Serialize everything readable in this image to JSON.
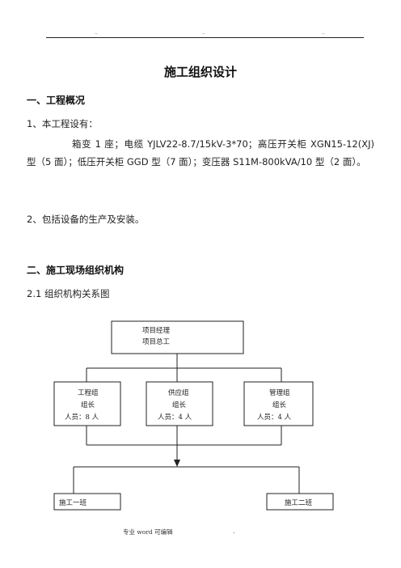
{
  "header": {
    "marks": [
      "..",
      "..",
      ".."
    ]
  },
  "title": "施工组织设计",
  "section1": {
    "heading": "一、工程概况",
    "item1": "1、本工程设有：",
    "para": "箱变 1 座；电缆 YJLV22-8.7/15kV-3*70；高压开关柜 XGN15-12(XJ)型（5 面）；低压开关柜 GGD 型（7 面）；变压器 S11M-800kVA/10 型（2 面）。",
    "item2": "2、包括设备的生产及安装。"
  },
  "section2": {
    "heading": "二、施工现场组织机构",
    "sub": "2.1 组织机构关系图"
  },
  "org_chart": {
    "top": {
      "line1": "项目经理",
      "line2": "项目总工"
    },
    "groups": [
      {
        "name": "工程组",
        "leader": "组长",
        "staff": "人员：8 人"
      },
      {
        "name": "供应组",
        "leader": "组长",
        "staff": "人员：4 人"
      },
      {
        "name": "管理组",
        "leader": "组长",
        "staff": "人员：4 人"
      }
    ],
    "teams": [
      "施工一班",
      "施工二班"
    ]
  },
  "footer": {
    "left": "专业 word 可编辑",
    "right": "."
  }
}
